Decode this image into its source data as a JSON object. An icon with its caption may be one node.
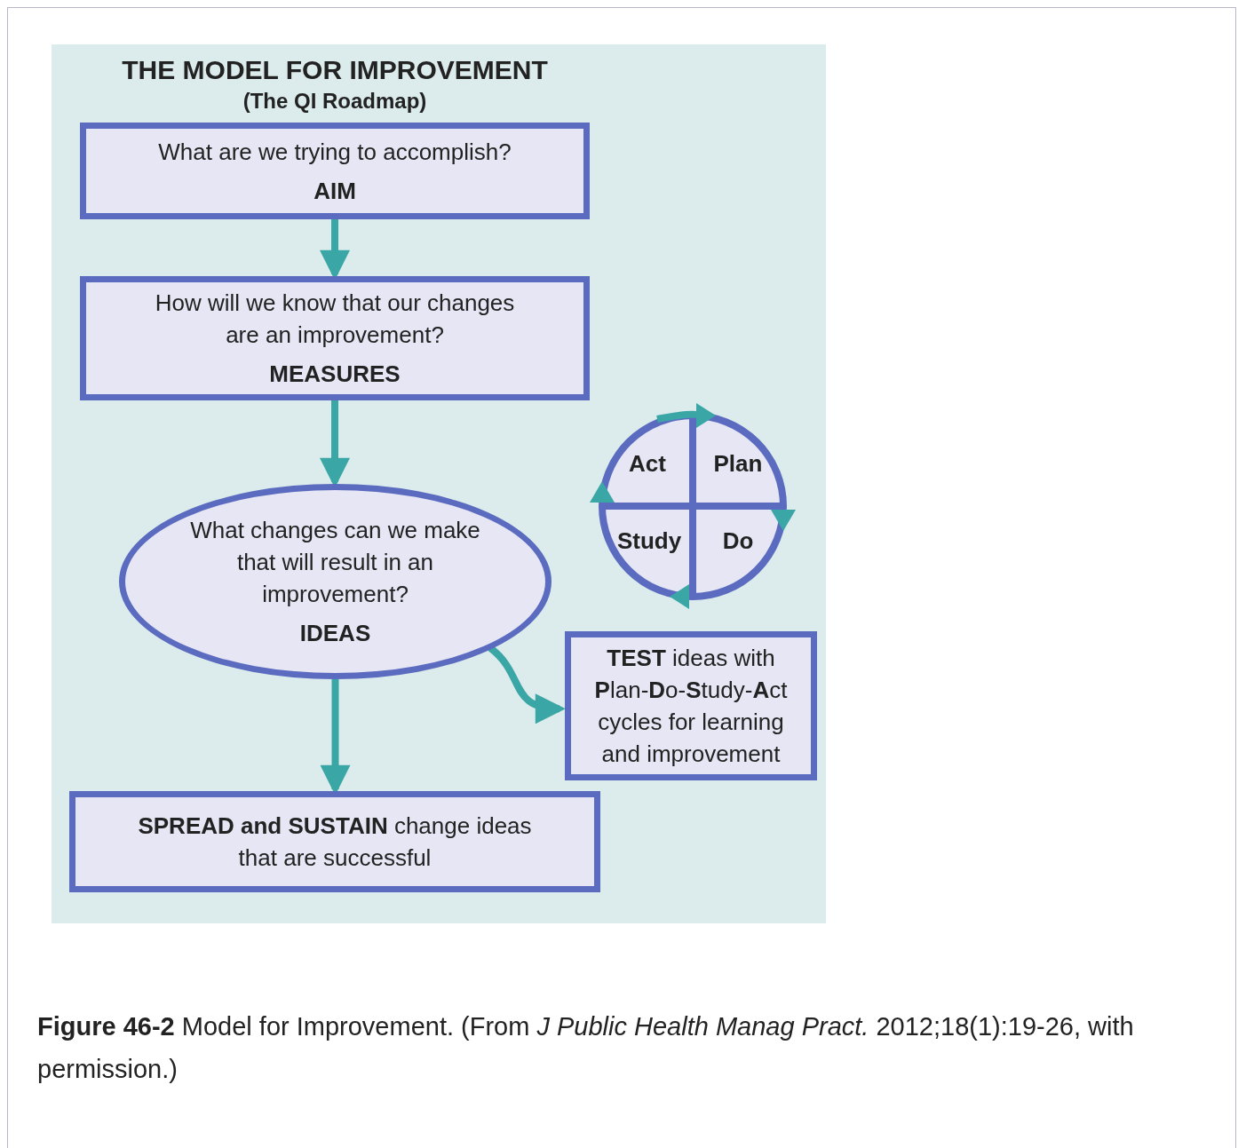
{
  "diagram": {
    "title": "THE MODEL FOR IMPROVEMENT",
    "caption": "**Figure 46-2** Model for Improvement. (From *J Public Health Manag Pract.* 2012;18(1):19-26, with permission.)",
    "nodes": [
      {
        "text": [
          "What are we trying to accomplish?",
          "AIM"
        ]
      },
      {
        "text": [
          "How will we know that our changes are an improvement?",
          "MEASURES"
        ]
      },
      {
        "text": [
          "What changes can we make that will result in an improvement?",
          "IDEAS"
        ]
      },
      {
        "text": [],
        "shape": "circle"
      },
      {
        "text": [
          "Act"
        ],
        "in": 3
      },
      {
        "text": [
          "Plan"
        ],
        "in": 3
      },
      {
        "text": [
          "Study"
        ],
        "in": 3
      },
      {
        "text": [
          "Do"
        ],
        "in": 3
      },
      {
        "text": [
          "**TEST** ideas with **P**lan-**D**o-**S**tudy-**A**ct cycles for learning and improvement"
        ]
      },
      {
        "text": [
          "**SPREAD and SUSTAIN** change ideas that are successful"
        ]
      }
    ],
    "edges": [
      {
        "from": 0,
        "to": 1,
        "arrow": "to"
      },
      {
        "from": 1,
        "to": 2,
        "arrow": "to"
      },
      {
        "from": 2,
        "to": 8,
        "arrow": "to"
      },
      {
        "from": 2,
        "to": 9,
        "arrow": "to"
      }
    ],
    "labels": [
      "(The QI Roadmap)"
    ]
  }
}
